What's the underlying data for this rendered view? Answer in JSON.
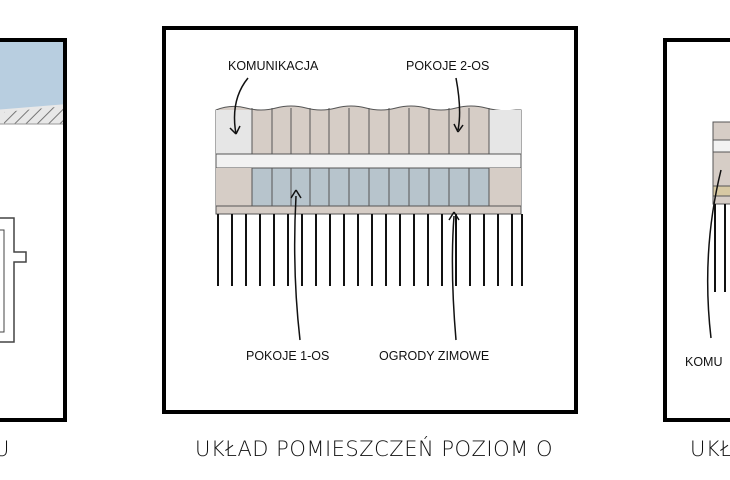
{
  "main_diagram": {
    "labels": {
      "top_left": "KOMUNIKACJA",
      "top_right": "POKOJE 2-OS",
      "bottom_left": "POKOJE 1-OS",
      "bottom_right": "OGRODY ZIMOWE"
    },
    "caption": "UKŁAD POMIESZCZEŃ POZIOM O"
  },
  "left_panel": {
    "caption_fragment": "U"
  },
  "right_panel": {
    "label_fragment": "KOMU",
    "caption_fragment": "UKŁ"
  },
  "colors": {
    "room_beige": "#d6cdc6",
    "room_white": "#e6e6e6",
    "corridor": "#f2f2f2",
    "winter_garden": "#b7c4cc",
    "sky_blue": "#b8cee0",
    "strip_tan": "#d7c9a3"
  }
}
